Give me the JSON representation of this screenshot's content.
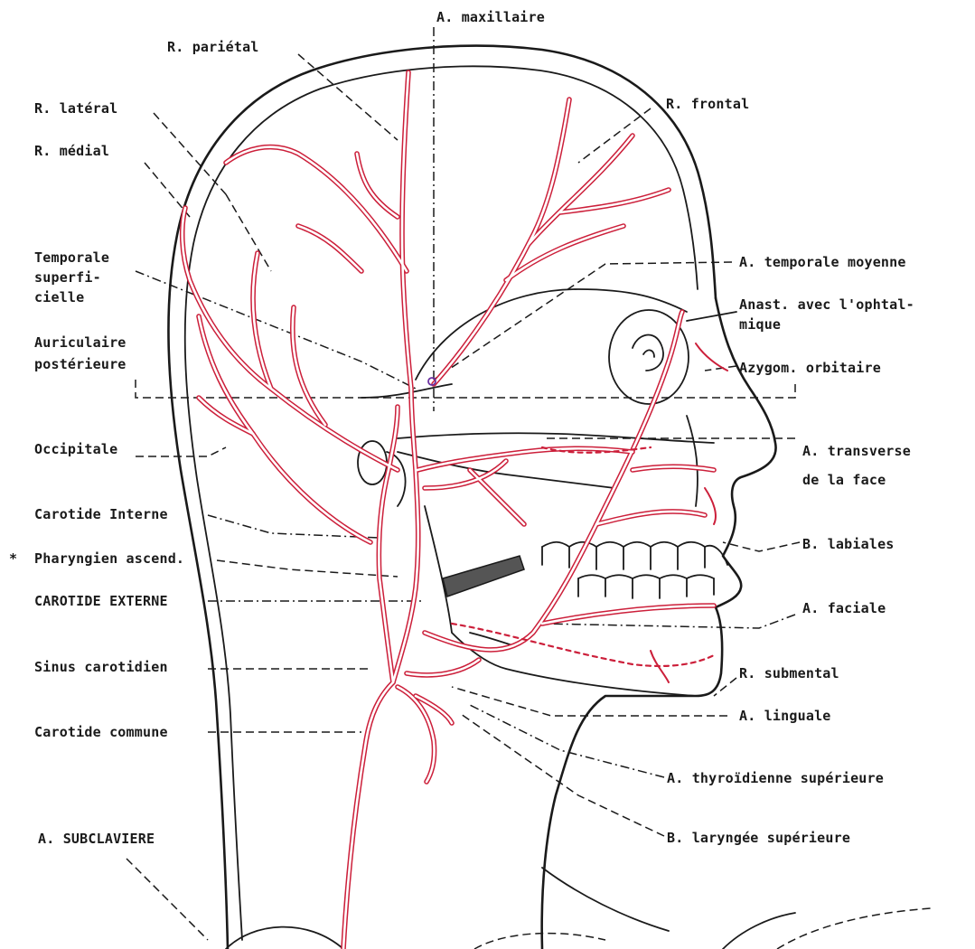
{
  "labels": {
    "maxillaire": "A. maxillaire",
    "parietal": "R. pariétal",
    "lateral": "R. latéral",
    "frontal": "R. frontal",
    "medial": "R. médial",
    "temporale_sup_1": "Temporale",
    "temporale_sup_2": "superfi-",
    "temporale_sup_3": "cielle",
    "temporale_moyenne": "A. temporale moyenne",
    "anast_1": "Anast. avec l'ophtal-",
    "anast_2": "mique",
    "auriculaire_1": "Auriculaire",
    "auriculaire_2": "postérieure",
    "azygom": "Azygom. orbitaire",
    "occipitale": "Occipitale",
    "transverse_1": "A. transverse",
    "transverse_2": "de la face",
    "carotide_interne": "Carotide Interne",
    "pharyngien_mark": "*",
    "pharyngien": "Pharyngien ascend.",
    "labiales": "B. labiales",
    "carotide_externe": "CAROTIDE EXTERNE",
    "faciale": "A. faciale",
    "sinus": "Sinus carotidien",
    "submental": "R. submental",
    "linguale": "A. linguale",
    "carotide_commune": "Carotide commune",
    "thyroidienne": "A. thyroïdienne supérieure",
    "subclaviere": "A. SUBCLAVIERE",
    "laryngee": "B. laryngée supérieure"
  },
  "colors": {
    "artery": "#cc1f3a",
    "outline": "#1a1a1a",
    "background": "#ffffff"
  }
}
